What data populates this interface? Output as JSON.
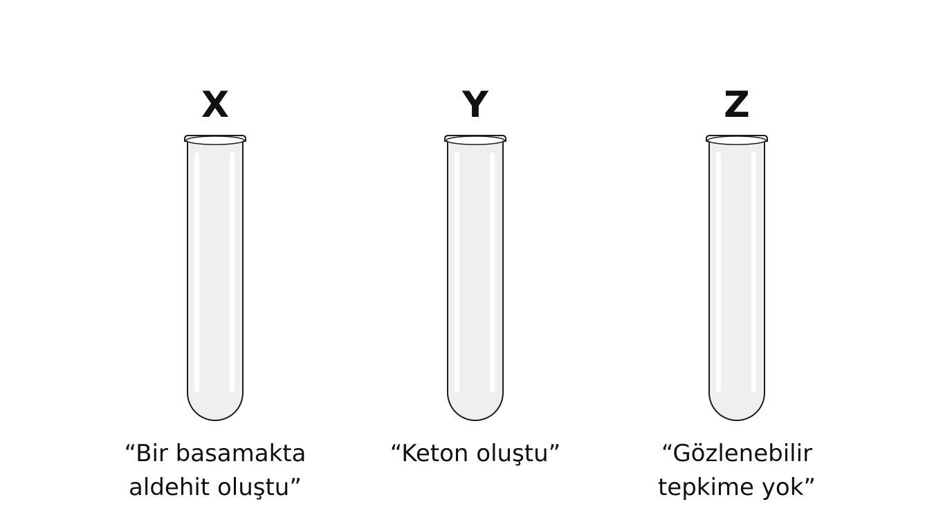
{
  "tubes": [
    {
      "label": "X",
      "caption_lines": [
        "“Bir basamakta",
        "aldehit oluştu”"
      ]
    },
    {
      "label": "Y",
      "caption_lines": [
        "“Keton oluştu”"
      ]
    },
    {
      "label": "Z",
      "caption_lines": [
        "“Gözlenebilir",
        "tepkime yok”"
      ]
    }
  ],
  "colors": {
    "tube_fill": "#efefef",
    "tube_stroke": "#1a1a1a",
    "highlight": "#ffffff",
    "text": "#111111"
  }
}
